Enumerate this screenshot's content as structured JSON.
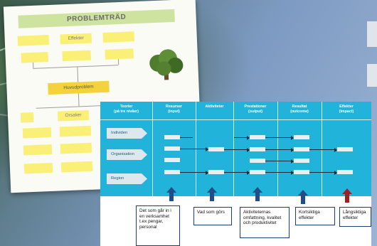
{
  "problem_tree": {
    "title": "PROBLEMTRÄD",
    "effects_label": "Effekter",
    "core_problem_label": "Huvudproblem",
    "causes_label": "Orsaker"
  },
  "results_chain": {
    "headers": [
      {
        "line1": "Teorier",
        "line2": "(på tre nivåer)"
      },
      {
        "line1": "Resurser",
        "line2": "(input)"
      },
      {
        "line1": "Aktiviteter",
        "line2": ""
      },
      {
        "line1": "Prestationer",
        "line2": "(output)"
      },
      {
        "line1": "Resultat",
        "line2": "(outcome)"
      },
      {
        "line1": "Effekter",
        "line2": "(impact)"
      }
    ],
    "levels": [
      "Individen",
      "Organisation",
      "Region"
    ],
    "explanations": [
      "Det som går in i en verksamhet t.ex pengar, personal",
      "Vad som görs",
      "Aktiviteternas omfattning, kvalitet och produktivitet",
      "Kortsiktiga effekter",
      "Långsiktiga effekter"
    ],
    "arrow_colors": {
      "blue": "#1f4e8c",
      "red": "#a01e26"
    },
    "panel_color": "#21b3d9"
  }
}
